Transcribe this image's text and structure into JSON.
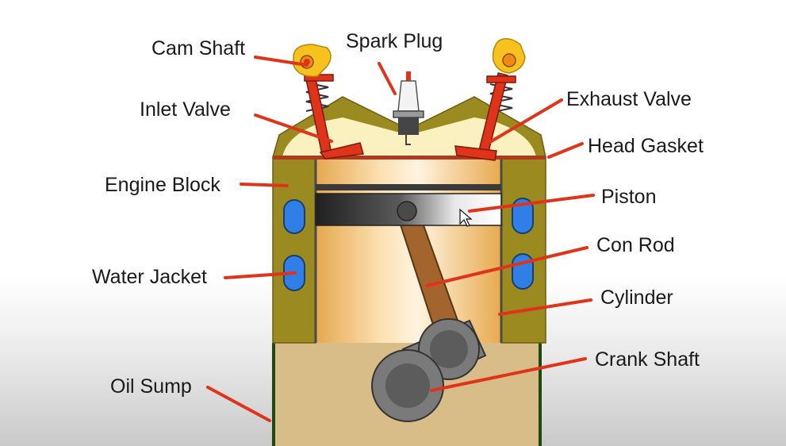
{
  "labels": {
    "cam_shaft": "Cam Shaft",
    "spark_plug": "Spark Plug",
    "inlet_valve": "Inlet Valve",
    "exhaust_valve": "Exhaust Valve",
    "head_gasket": "Head Gasket",
    "engine_block": "Engine Block",
    "piston": "Piston",
    "con_rod": "Con Rod",
    "water_jacket": "Water Jacket",
    "cylinder": "Cylinder",
    "crank_shaft": "Crank Shaft",
    "oil_sump": "Oil Sump"
  },
  "colors": {
    "leader": "#e0341a",
    "block": "#9b8a1f",
    "cylinder_fill": "#f2c98a",
    "sump": "#d9bd88",
    "water": "#2f7fe6",
    "piston": "#2f2f2f",
    "con_rod": "#a3642e",
    "crank": "#707070",
    "cam": "#f7c21e"
  },
  "icons": [
    "mouse-cursor-icon"
  ]
}
